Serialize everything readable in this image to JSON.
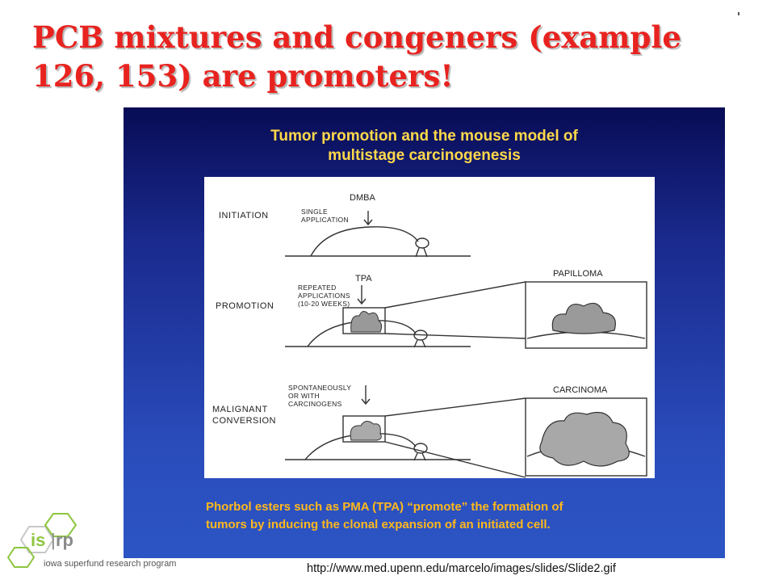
{
  "slide": {
    "title_lines": [
      "PCB mixtures and congeners (example",
      "126, 153) are promoters!"
    ],
    "source_url": "http://www.med.upenn.edu/marcelo/images/slides/Slide2.gif"
  },
  "panel": {
    "title_lines": [
      "Tumor promotion and the mouse model of",
      "multistage carcinogenesis"
    ],
    "caption_lines": [
      "Phorbol esters such as PMA (TPA) “promote” the formation of",
      "tumors by inducing the clonal expansion of an initiated cell."
    ]
  },
  "figure": {
    "stages": {
      "initiation": "INITIATION",
      "promotion": "PROMOTION",
      "malignant_1": "MALIGNANT",
      "malignant_2": "CONVERSION"
    },
    "agents": {
      "dmba": "DMBA",
      "tpa": "TPA"
    },
    "notes": {
      "single_1": "SINGLE",
      "single_2": "APPLICATION",
      "repeated_1": "REPEATED",
      "repeated_2": "APPLICATIONS",
      "repeated_3": "(10-20 WEEKS)",
      "spont_1": "SPONTANEOUSLY",
      "spont_2": "OR WITH",
      "spont_3": "CARCINOGENS"
    },
    "insets": {
      "papilloma": "PAPILLOMA",
      "carcinoma": "CARCINOMA"
    }
  },
  "logo": {
    "mark": "isrp",
    "name": "iowa superfund research program"
  },
  "colors": {
    "title": "#e8231f",
    "panel_title": "#ffd84a",
    "caption": "#ffb81c",
    "logo_green": "#8dc63f"
  }
}
